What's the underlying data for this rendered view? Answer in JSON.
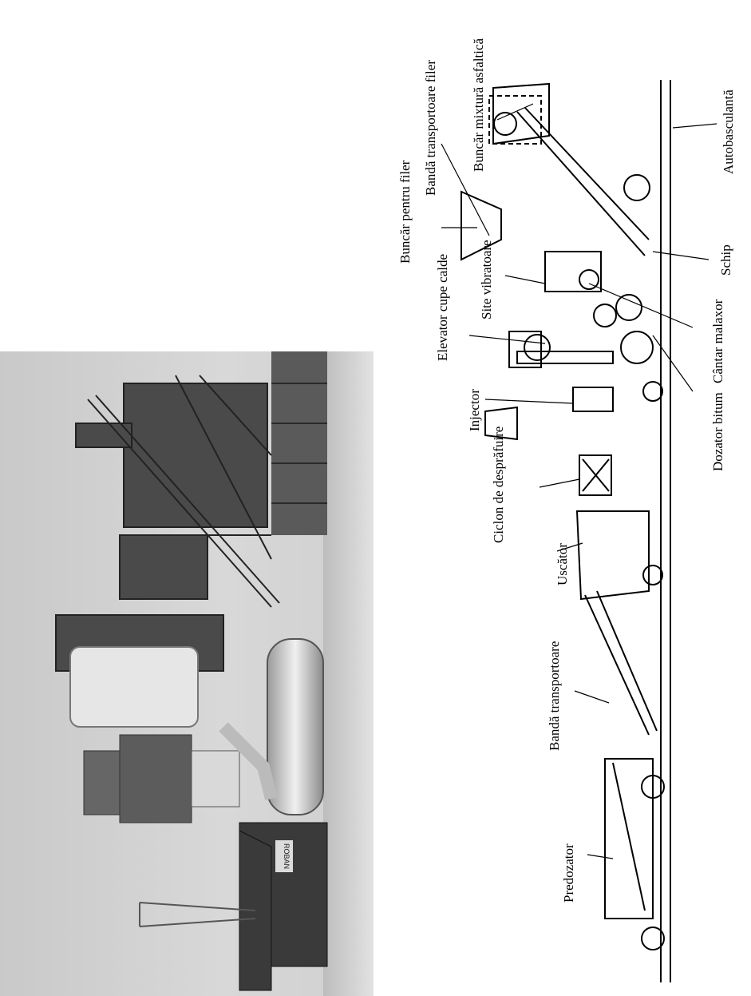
{
  "figure": {
    "photo": {
      "description_icon": "asphalt-plant-photo-icon",
      "sign_text": "ROBAN"
    },
    "diagram": {
      "labels": {
        "predozator": "Predozator",
        "banda_transportoare": "Bandă transportoare",
        "uscator": "Uscător",
        "ciclon": "Ciclon de desprăfuire",
        "injector": "Injector",
        "elevator": "Elevator cupe calde",
        "site": "Site vibratoare",
        "buncar_filer": "Buncăr pentru filer",
        "banda_filer": "Bandă transportoare filer",
        "buncar_mixtura": "Buncăr mixtură asfaltică",
        "autobasculanta": "Autobasculantă",
        "schip": "Schip",
        "cantar_malaxor": "Cântar malaxor",
        "dozator_bitum": "Dozator bitum"
      },
      "line_color": "#000000"
    }
  }
}
